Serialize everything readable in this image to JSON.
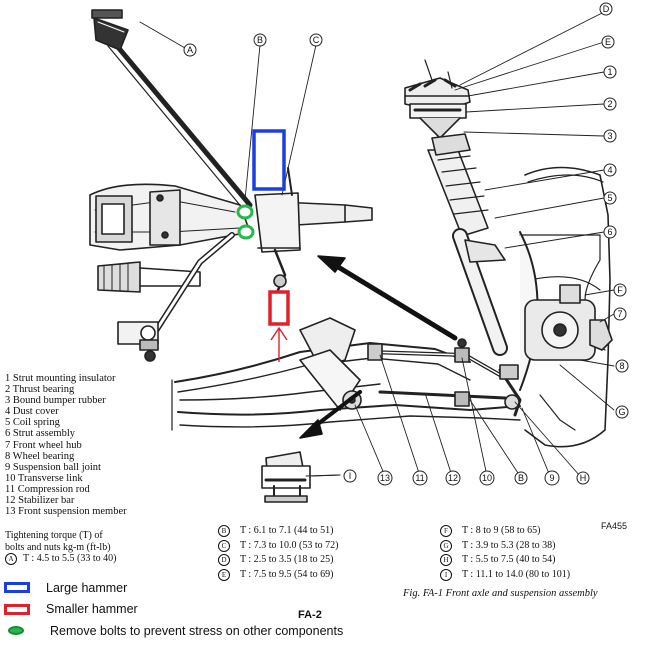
{
  "callouts": {
    "A": "A",
    "B": "B",
    "C": "C",
    "D": "D",
    "E": "E",
    "F": "F",
    "G": "G",
    "H": "H",
    "I": "I",
    "n1": "1",
    "n2": "2",
    "n3": "3",
    "n4": "4",
    "n5": "5",
    "n6": "6",
    "n7": "7",
    "n8": "8",
    "n9": "9",
    "n10": "10",
    "n11": "11",
    "n12": "12",
    "n13": "13",
    "nB": "B",
    "nH": "H"
  },
  "parts_list": [
    "1  Strut mounting insulator",
    "2  Thrust bearing",
    "3  Bound bumper rubber",
    "4  Dust cover",
    "5  Coil spring",
    "6  Strut assembly",
    "7  Front wheel hub",
    "8  Wheel bearing",
    "9  Suspension ball joint",
    "10  Transverse link",
    "11  Compression rod",
    "12  Stabilizer bar",
    "13  Front suspension member"
  ],
  "torque_note": {
    "line1": "Tightening torque (T) of",
    "line2": "bolts and nuts   kg-m (ft-lb)",
    "a_label": "A",
    "a_value": "T : 4.5 to 5.5 (33 to 40)"
  },
  "torque_left": [
    {
      "label": "B",
      "value": "T : 6.1 to 7.1 (44 to 51)"
    },
    {
      "label": "C",
      "value": "T : 7.3 to 10.0 (53 to 72)"
    },
    {
      "label": "D",
      "value": "T : 2.5 to 3.5 (18 to 25)"
    },
    {
      "label": "E",
      "value": "T : 7.5 to 9.5 (54 to 69)"
    }
  ],
  "torque_right": [
    {
      "label": "F",
      "value": "T : 8 to 9 (58 to 65)"
    },
    {
      "label": "G",
      "value": "T : 3.9 to 5.3 (28 to 38)"
    },
    {
      "label": "H",
      "value": "T : 5.5 to 7.5 (40 to 54)"
    },
    {
      "label": "I",
      "value": "T : 11.1 to 14.0 (80 to 101)"
    }
  ],
  "figure_code": "FA455",
  "figure_caption": "Fig. FA-1  Front axle and suspension assembly",
  "page_code": "FA-2",
  "markers": {
    "blue_label": "Large hammer",
    "red_label": "Smaller hammer",
    "green_label": "Remove bolts to prevent stress on other components",
    "blue_color": "#1a3fe0",
    "red_color": "#e0202a",
    "green_color": "#26b84a"
  }
}
